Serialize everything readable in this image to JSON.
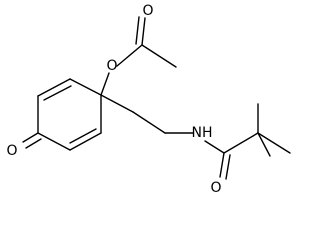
{
  "atoms": {
    "ester_carbonyl_o": "O",
    "ester_o": "O",
    "ketone_o": "O",
    "amide_n": "NH",
    "amide_carbonyl_o": "O"
  },
  "colors": {
    "bond": "#000000",
    "label": "#000000",
    "background": "#ffffff"
  }
}
